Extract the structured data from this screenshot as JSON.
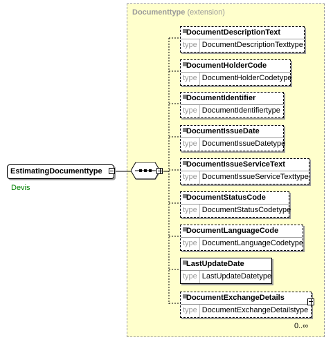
{
  "extension": {
    "name": "Documenttype",
    "suffix": "(extension)"
  },
  "root": {
    "name": "EstimatingDocumenttype",
    "annotation": "Devis"
  },
  "type_label": "type",
  "elements": [
    {
      "name": "DocumentDescriptionText",
      "type": "DocumentDescriptionTexttype",
      "optional": true
    },
    {
      "name": "DocumentHolderCode",
      "type": "DocumentHolderCodetype",
      "optional": true
    },
    {
      "name": "DocumentIdentifier",
      "type": "DocumentIdentifiertype",
      "optional": true
    },
    {
      "name": "DocumentIssueDate",
      "type": "DocumentIssueDatetype",
      "optional": true
    },
    {
      "name": "DocumentIssueServiceText",
      "type": "DocumentIssueServiceTexttype",
      "optional": true
    },
    {
      "name": "DocumentStatusCode",
      "type": "DocumentStatusCodetype",
      "optional": true
    },
    {
      "name": "DocumentLanguageCode",
      "type": "DocumentLanguageCodetype",
      "optional": true
    },
    {
      "name": "LastUpdateDate",
      "type": "LastUpdateDatetype",
      "optional": false
    },
    {
      "name": "DocumentExchangeDetails",
      "type": "DocumentExchangeDetailstype",
      "optional": true,
      "expandable": true,
      "occurrence": "0..∞"
    }
  ]
}
